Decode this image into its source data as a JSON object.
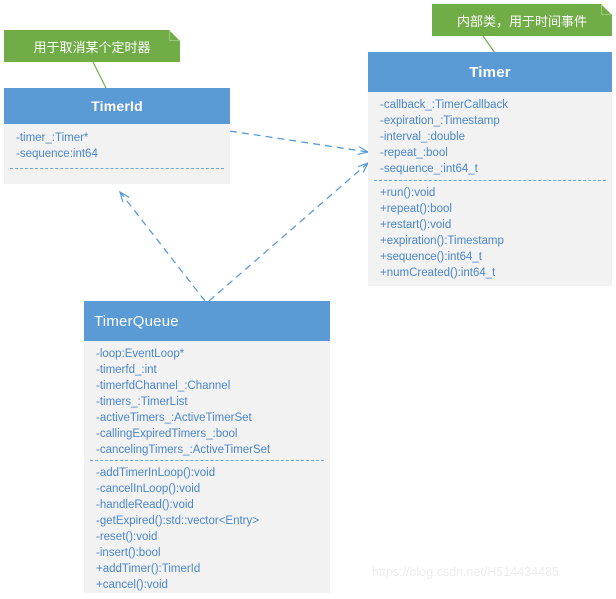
{
  "diagram": {
    "title": "Timer UML class diagram",
    "colors": {
      "header_blue": "#5B9BD5",
      "body_gray": "#F2F2F2",
      "member_text_blue": "#4A86C8",
      "note_green": "#70AD47",
      "connector_blue": "#5B9BD5",
      "connector_green": "#70AD47",
      "watermark_gray": "#EDEDED"
    }
  },
  "notes": [
    {
      "id": "note-timerid",
      "text": "用于取消某个定时器"
    },
    {
      "id": "note-timer",
      "text": "内部类，用于时间事件"
    }
  ],
  "classes": [
    {
      "id": "timerid",
      "name": "TimerId",
      "title_align": "center",
      "attributes": [
        "-timer_:Timer*",
        "-sequence:int64"
      ],
      "methods": []
    },
    {
      "id": "timer",
      "name": "Timer",
      "title_align": "center",
      "attributes": [
        "-callback_:TimerCallback",
        "-expiration_:Timestamp",
        "-interval_:double",
        "-repeat_:bool",
        "-sequence_:int64_t"
      ],
      "methods": [
        "+run():void",
        "+repeat():bool",
        "+restart():void",
        "+expiration():Timestamp",
        "+sequence():int64_t",
        "+numCreated():int64_t"
      ]
    },
    {
      "id": "timerqueue",
      "name": "TimerQueue",
      "title_align": "left",
      "attributes": [
        "-loop:EventLoop*",
        "-timerfd_:int",
        "-timerfdChannel_:Channel",
        "-timers_:TimerList",
        "-activeTimers_:ActiveTimerSet",
        "-callingExpiredTimers_:bool",
        "-cancelingTimers_:ActiveTimerSet"
      ],
      "methods": [
        "-addTimerInLoop():void",
        "-cancelInLoop():void",
        "-handleRead():void",
        "-getExpired():std::vector<Entry>",
        "-reset():void",
        "-insert():bool",
        "+addTimer():TimerId",
        "+cancel():void"
      ]
    }
  ],
  "relations": [
    {
      "id": "timerid-to-timer",
      "from": "TimerId",
      "to": "Timer",
      "kind": "dependency"
    },
    {
      "id": "timerqueue-to-timerid",
      "from": "TimerQueue",
      "to": "TimerId",
      "kind": "dependency"
    },
    {
      "id": "timerqueue-to-timer",
      "from": "TimerQueue",
      "to": "Timer",
      "kind": "dependency"
    }
  ],
  "watermark": {
    "text": "https://blog.csdn.net/H514434485"
  }
}
